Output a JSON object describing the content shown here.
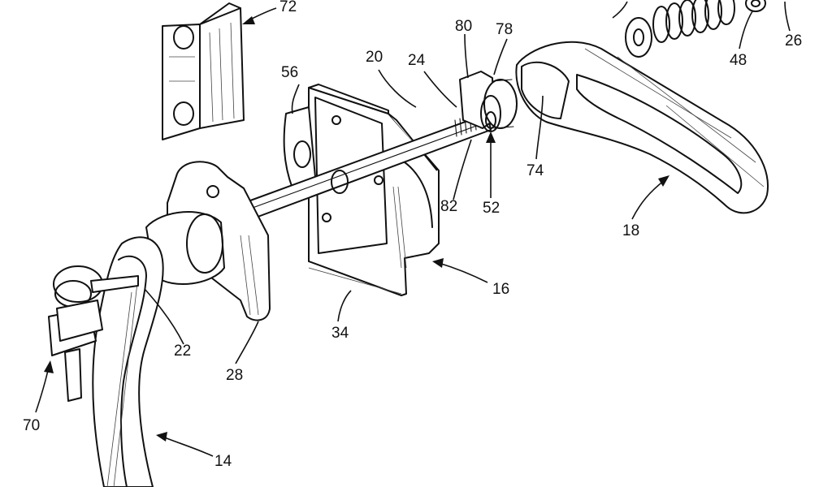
{
  "figure": {
    "labels": {
      "l72": "72",
      "l56": "56",
      "l20": "20",
      "l24": "24",
      "l80": "80",
      "l78": "78",
      "l48": "48",
      "l26": "26",
      "l74": "74",
      "l82": "82",
      "l52": "52",
      "l18": "18",
      "l16": "16",
      "l34": "34",
      "l22": "22",
      "l28": "28",
      "l70": "70",
      "l14": "14"
    }
  }
}
